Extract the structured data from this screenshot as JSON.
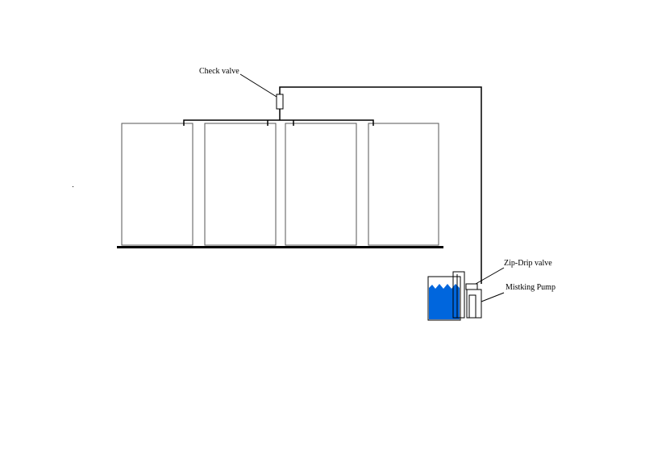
{
  "labels": {
    "check_valve": "Check valve",
    "zip_drip_valve": "Zip-Drip valve",
    "mistking_pump": "Mistking Pump"
  },
  "colors": {
    "water": "#0066dd",
    "lines": "#000000",
    "background": "#ffffff"
  },
  "components": {
    "terrarium_count": 4,
    "reservoir": "water-reservoir",
    "pump": "mistking-pump"
  }
}
